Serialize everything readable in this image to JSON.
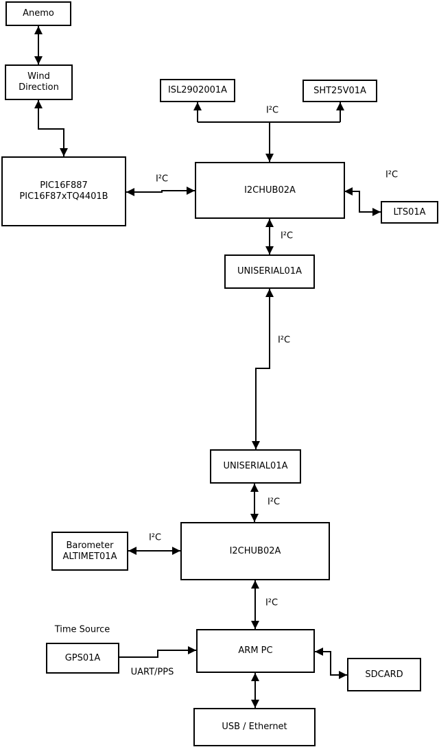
{
  "diagram": {
    "nodes": {
      "anemo": {
        "label": "Anemo"
      },
      "wind_direction": {
        "label": "Wind\nDirection"
      },
      "pic": {
        "label": "PIC16F887\nPIC16F87xTQ4401B"
      },
      "isl": {
        "label": "ISL2902001A"
      },
      "sht": {
        "label": "SHT25V01A"
      },
      "i2c_hub_top": {
        "label": "I2CHUB02A"
      },
      "lts": {
        "label": "LTS01A"
      },
      "uniserial_upper": {
        "label": "UNISERIAL01A"
      },
      "uniserial_lower": {
        "label": "UNISERIAL01A"
      },
      "i2c_hub_bottom": {
        "label": "I2CHUB02A"
      },
      "barometer": {
        "label": "Barometer\nALTIMET01A"
      },
      "arm_pc": {
        "label": "ARM PC"
      },
      "gps": {
        "label": "GPS01A"
      },
      "sdcard": {
        "label": "SDCARD"
      },
      "usb_ethernet": {
        "label": "USB / Ethernet"
      }
    },
    "edge_labels": {
      "i2c_pic_hub": "I²C",
      "i2c_hub_sensors": "I²C",
      "i2c_hub_lts": "I²C",
      "i2c_hub_uniserial": "I²C",
      "i2c_uniserial_link": "I²C",
      "i2c_uniserial_hub2": "I²C",
      "i2c_barometer_hub2": "I²C",
      "i2c_hub2_armpc": "I²C",
      "uart_pps": "UART/PPS",
      "time_source": "Time Source"
    },
    "colors": {
      "line": "#000000",
      "box_border": "#000000",
      "background": "#ffffff",
      "text": "#000000"
    }
  }
}
